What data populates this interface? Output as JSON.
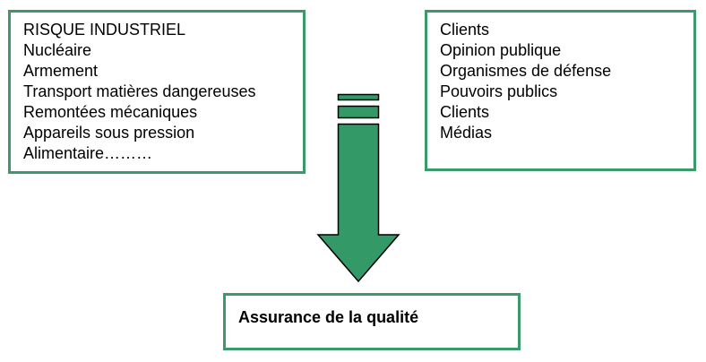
{
  "left_box": {
    "items": [
      "RISQUE INDUSTRIEL",
      "Nucléaire",
      "Armement",
      "Transport matières dangereuses",
      "Remontées mécaniques",
      "Appareils sous pression",
      "Alimentaire………"
    ]
  },
  "right_box": {
    "items": [
      "Clients",
      "Opinion publique",
      "Organismes de défense",
      "Pouvoirs publics",
      "Clients",
      "Médias"
    ]
  },
  "bottom_box": {
    "label": "Assurance de la qualité"
  },
  "colors": {
    "accent": "#3a9a6a",
    "arrow_fill": "#339966"
  }
}
